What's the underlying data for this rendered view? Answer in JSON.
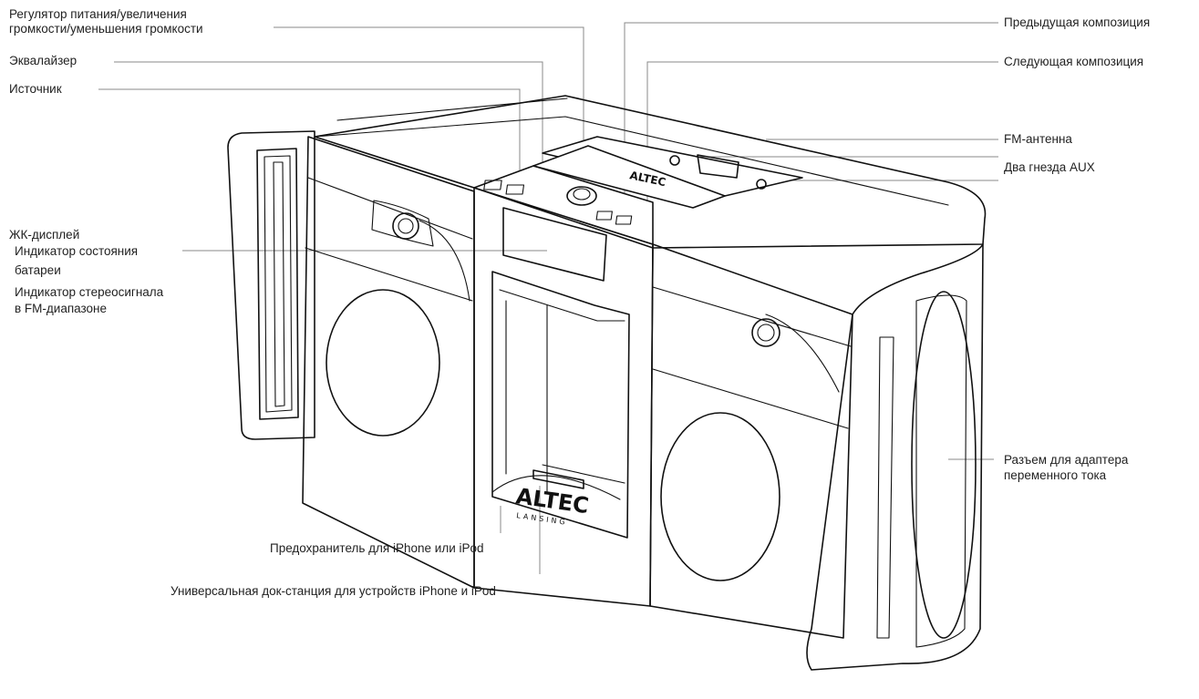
{
  "labels": {
    "power_volume_1": "Регулятор питания/увеличения",
    "power_volume_2": "громкости/уменьшения громкости",
    "equalizer": "Эквалайзер",
    "source": "Источник",
    "lcd": "ЖК-дисплей",
    "battery_1": "Индикатор состояния",
    "battery_2": "батареи",
    "stereo_1": "Индикатор стереосигнала",
    "stereo_2": "в FM-диапазоне",
    "prev_track": "Предыдущая композиция",
    "next_track": "Следующая композиция",
    "fm_antenna": "FM-антенна",
    "aux": "Два гнезда AUX",
    "ac_1": "Разъем для адаптера",
    "ac_2": "переменного тока",
    "protector": "Предохранитель для iPhone или iPod",
    "dock": "Универсальная док-станция для устройств iPhone и iPod"
  },
  "brand": {
    "logo_top": "ALTEC",
    "logo_front": "ALTEC",
    "logo_sub": "LANSING"
  }
}
